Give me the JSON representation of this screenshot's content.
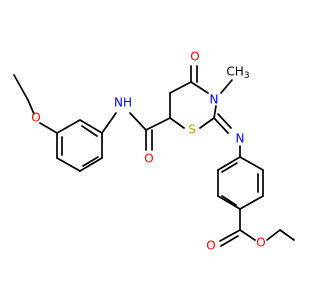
{
  "molecule": {
    "atoms": {
      "ether_O": {
        "text": "O",
        "color": "#ff0000"
      },
      "amide_N": {
        "text": "NH",
        "color": "#0000ff"
      },
      "amide_O": {
        "text": "O",
        "color": "#ff0000"
      },
      "S": {
        "text": "S",
        "color": "#b8a200"
      },
      "ring_N": {
        "text": "N",
        "color": "#0000ff"
      },
      "imine_N": {
        "text": "N",
        "color": "#0000ff"
      },
      "ketone_O": {
        "text": "O",
        "color": "#ff0000"
      },
      "methyl": {
        "text": "CH3",
        "display": "CH",
        "color": "#000000"
      },
      "ester_O1": {
        "text": "O",
        "color": "#ff0000"
      },
      "ester_O2": {
        "text": "O",
        "color": "#ff0000"
      }
    },
    "bond_color": "#000000"
  }
}
